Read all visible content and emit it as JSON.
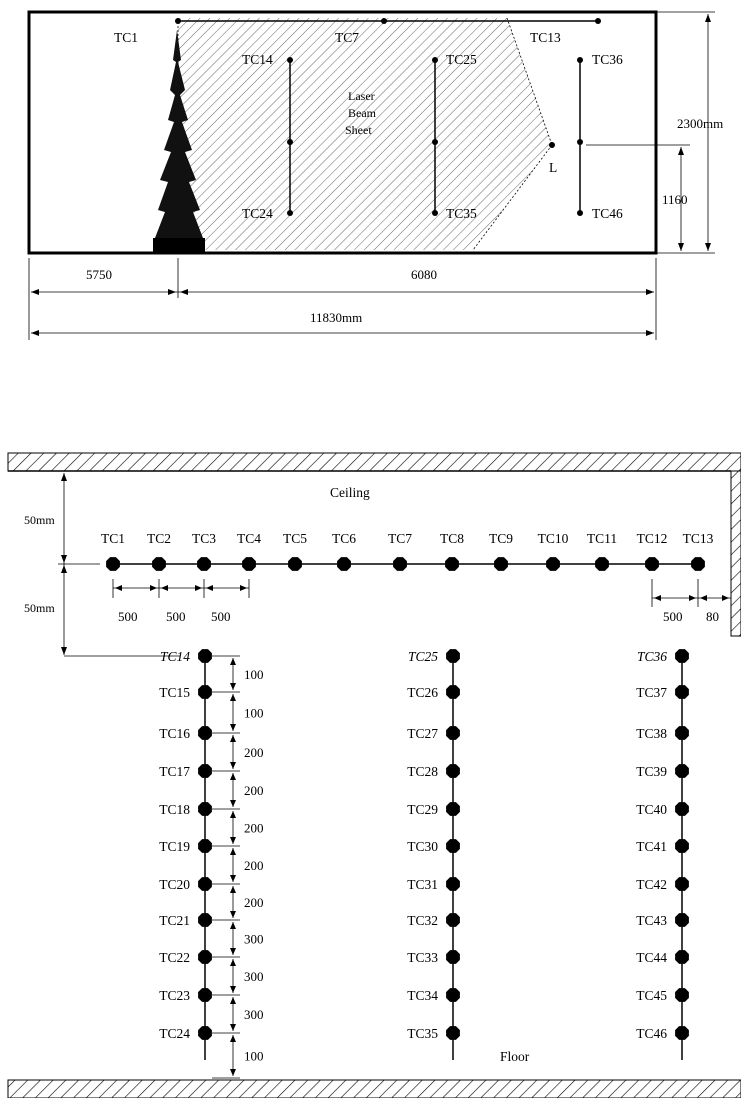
{
  "top": {
    "thermocouple_labels_top": [
      "TC1",
      "TC7",
      "TC13"
    ],
    "column_labels": [
      "TC14",
      "TC24",
      "TC25",
      "TC35",
      "TC36",
      "TC46"
    ],
    "laser_label": [
      "Laser",
      "Beam",
      "Sheet"
    ],
    "laser_point": "L",
    "height_total": "2300mm",
    "height_partial": "1160",
    "width_left": "5750",
    "width_right": "6080",
    "width_total": "11830mm"
  },
  "bottom": {
    "ceiling": "Ceiling",
    "floor": "Floor",
    "gap_top": "50mm",
    "gap_bottom": "50mm",
    "ceiling_row": [
      "TC1",
      "TC2",
      "TC3",
      "TC4",
      "TC5",
      "TC6",
      "TC7",
      "TC8",
      "TC9",
      "TC10",
      "TC11",
      "TC12",
      "TC13"
    ],
    "row_spacing_left": [
      "500",
      "500",
      "500"
    ],
    "row_spacing_right": [
      "500",
      "80"
    ],
    "column_a": [
      "TC14",
      "TC15",
      "TC16",
      "TC17",
      "TC18",
      "TC19",
      "TC20",
      "TC21",
      "TC22",
      "TC23",
      "TC24"
    ],
    "column_b": [
      "TC25",
      "TC26",
      "TC27",
      "TC28",
      "TC29",
      "TC30",
      "TC31",
      "TC32",
      "TC33",
      "TC34",
      "TC35"
    ],
    "column_c": [
      "TC36",
      "TC37",
      "TC38",
      "TC39",
      "TC40",
      "TC41",
      "TC42",
      "TC43",
      "TC44",
      "TC45",
      "TC46"
    ],
    "vertical_spacing": [
      "100",
      "100",
      "200",
      "200",
      "200",
      "200",
      "200",
      "300",
      "300",
      "300",
      "100"
    ]
  }
}
